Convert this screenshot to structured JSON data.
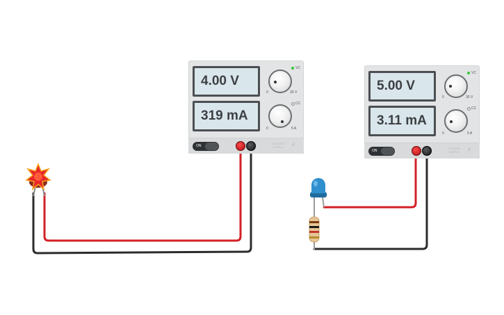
{
  "supplies": [
    {
      "voltage": "4.00 V",
      "current": "319 mA",
      "voltage_min": "0",
      "voltage_max": "30 V",
      "current_min": "0",
      "current_max": "5 A",
      "mode_vc": "VC",
      "mode_cc": "CC",
      "on_label": "ON",
      "brand_line1": "VOLTAGE",
      "brand_line2": "SUPPLY"
    },
    {
      "voltage": "5.00 V",
      "current": "3.11 mA",
      "voltage_min": "0",
      "voltage_max": "30 V",
      "current_min": "0",
      "current_max": "5 A",
      "mode_vc": "VC",
      "mode_cc": "CC",
      "on_label": "ON",
      "brand_line1": "VOLTAGE",
      "brand_line2": "SUPPLY"
    }
  ],
  "colors": {
    "wire_positive": "#d32027",
    "wire_negative": "#2b2b2b",
    "indicator_active": "#35c83a",
    "led_blue": "#2f8fcf",
    "led_burnt": "#e8262a"
  },
  "components": {
    "left_device": "burnt-led-icon",
    "right_led": "blue-led-icon",
    "right_resistor": "resistor-icon"
  }
}
